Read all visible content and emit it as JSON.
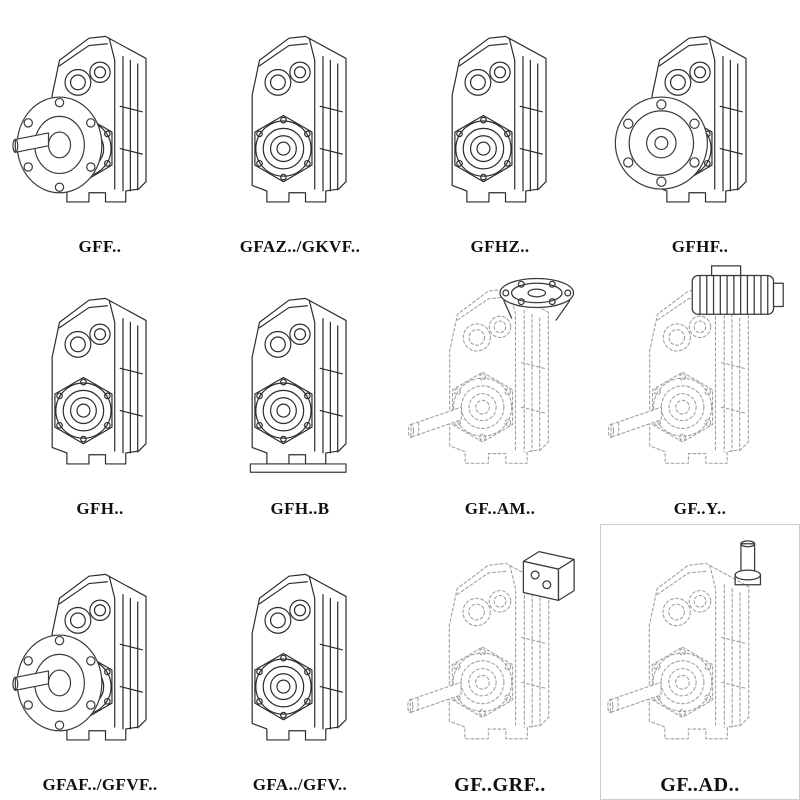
{
  "page": {
    "background": "#ffffff",
    "line_color": "#2c2c2c",
    "dashed_line_color": "#9aa0a2"
  },
  "catalog": {
    "items": [
      {
        "label": "GFF..",
        "drawing": "gearbox-output-flange",
        "line_style": "solid"
      },
      {
        "label": "GFAZ../GKVF..",
        "drawing": "gearbox-shaft-mounted",
        "line_style": "solid"
      },
      {
        "label": "GFHZ..",
        "drawing": "gearbox-hollow-shaft",
        "line_style": "solid"
      },
      {
        "label": "GFHF..",
        "drawing": "gearbox-front-flange",
        "line_style": "solid"
      },
      {
        "label": "GFH..",
        "drawing": "gearbox-hollow-shaft-foot",
        "line_style": "solid"
      },
      {
        "label": "GFH..B",
        "drawing": "gearbox-hollow-shaft-base",
        "line_style": "solid"
      },
      {
        "label": "GF..AM..",
        "drawing": "gearbox-iec-flange-adapter",
        "line_style": "dashed"
      },
      {
        "label": "GF..Y..",
        "drawing": "gearbox-with-motor",
        "line_style": "dashed"
      },
      {
        "label": "GFAF../GFVF..",
        "drawing": "gearbox-flange-with-shaft",
        "line_style": "solid"
      },
      {
        "label": "GFA../GFV..",
        "drawing": "gearbox-face-mounted",
        "line_style": "solid"
      },
      {
        "label": "GF..GRF..",
        "drawing": "gearbox-coupling-adapter",
        "line_style": "dashed"
      },
      {
        "label": "GF..AD..",
        "drawing": "gearbox-input-shaft-adapter",
        "line_style": "dashed"
      }
    ]
  }
}
